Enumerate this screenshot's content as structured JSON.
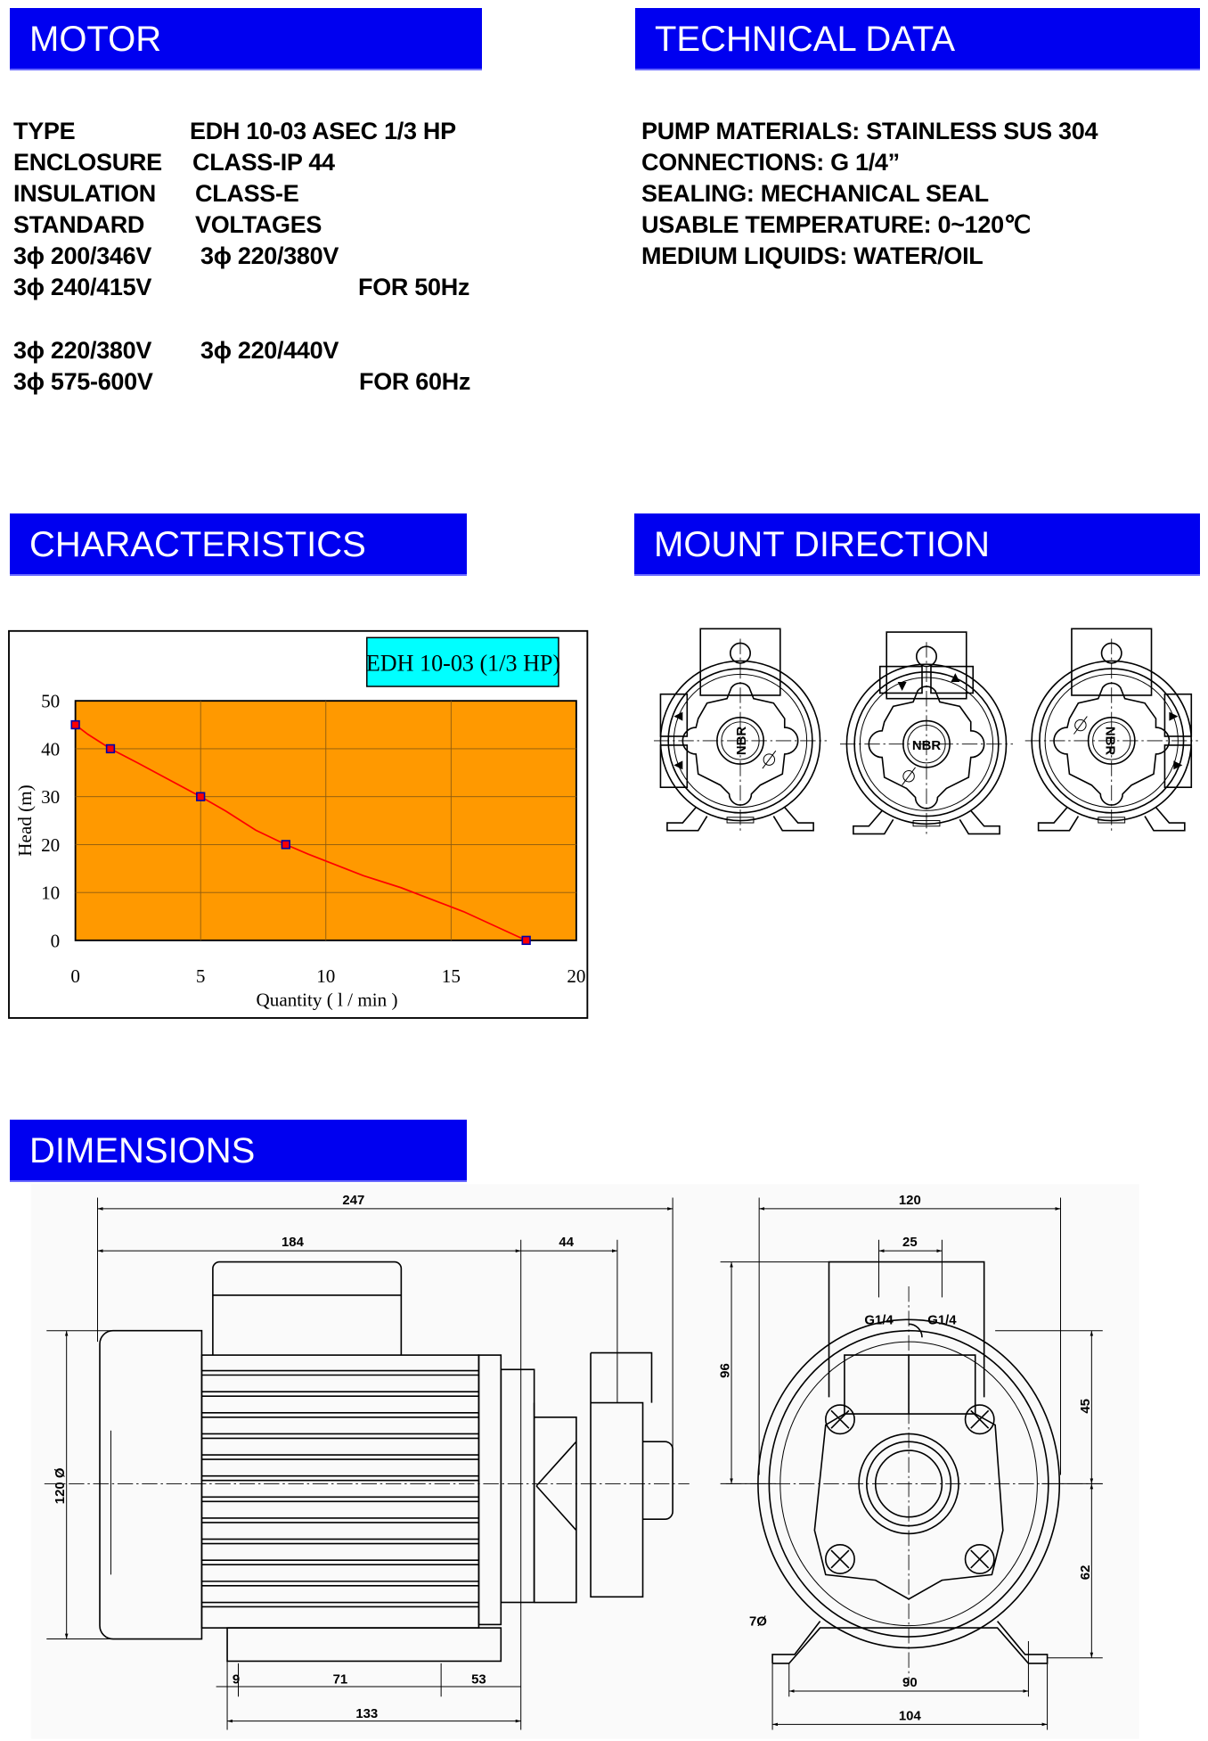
{
  "motor": {
    "title": "MOTOR",
    "type_label": "TYPE",
    "type_value": "EDH 10-03 ASEC 1/3 HP",
    "enclosure_label": "ENCLOSURE",
    "enclosure_value": "CLASS-IP 44",
    "insulation_label": "INSULATION",
    "insulation_value": "CLASS-E",
    "standard_label": "STANDARD",
    "standard_value": "VOLTAGES",
    "v50": [
      "3ϕ 200/346V",
      "3ϕ 220/380V",
      "3ϕ 240/415V"
    ],
    "freq50": "FOR 50Hz",
    "v60": [
      "3ϕ 220/380V",
      "3ϕ 220/440V",
      "3ϕ 575-600V"
    ],
    "freq60": "FOR 60Hz"
  },
  "technical": {
    "title": "TECHNICAL DATA",
    "lines": [
      "PUMP MATERIALS: STAINLESS SUS 304",
      "CONNECTIONS: G 1/4”",
      "SEALING: MECHANICAL SEAL",
      "USABLE TEMPERATURE:   0~120℃",
      "MEDIUM LIQUIDS:  WATER/OIL"
    ]
  },
  "characteristics": {
    "title": "CHARACTERISTICS"
  },
  "mount": {
    "title": "MOUNT DIRECTION",
    "seal_label": "NBR"
  },
  "dimensions": {
    "title": "DIMENSIONS",
    "side": {
      "overall": "247",
      "motor": "184",
      "pump": "44",
      "diameter": "120 Ø",
      "foot_a": "9",
      "foot_b": "71",
      "foot_c": "53",
      "foot_total": "133"
    },
    "front": {
      "width": "120",
      "ports": "25",
      "port_left": "G1/4",
      "port_right": "G1/4",
      "height_top": "96",
      "upper": "45",
      "lower": "62",
      "hole": "7Ø",
      "foot_holes": "90",
      "foot_width": "104"
    }
  },
  "chart_data": {
    "type": "line",
    "title": "EDH 10-03 (1/3 HP)",
    "xlabel": "Quantity ( l / min )",
    "ylabel": "Head (m)",
    "xlim": [
      0,
      20
    ],
    "ylim": [
      0,
      50
    ],
    "xticks": [
      "0",
      "5",
      "10",
      "15",
      "20"
    ],
    "yticks": [
      "0",
      "10",
      "20",
      "30",
      "40",
      "50"
    ],
    "grid": true,
    "legend": "top-right",
    "colors": {
      "plot_bg": "#ff9900",
      "line": "#ff0000",
      "marker_edge": "#0000aa",
      "legend_bg": "#00ffff"
    },
    "points": [
      [
        0,
        45
      ],
      [
        1.4,
        40
      ],
      [
        5,
        30
      ],
      [
        8.4,
        20
      ],
      [
        18,
        0
      ]
    ],
    "curve": [
      [
        0,
        45
      ],
      [
        0.5,
        43
      ],
      [
        1.4,
        40
      ],
      [
        2.5,
        37
      ],
      [
        5,
        30
      ],
      [
        6,
        27
      ],
      [
        7.2,
        23
      ],
      [
        8.4,
        20
      ],
      [
        9.3,
        18
      ],
      [
        11.5,
        13.5
      ],
      [
        13,
        11
      ],
      [
        14.5,
        8
      ],
      [
        15.5,
        6
      ],
      [
        18,
        0
      ]
    ]
  }
}
